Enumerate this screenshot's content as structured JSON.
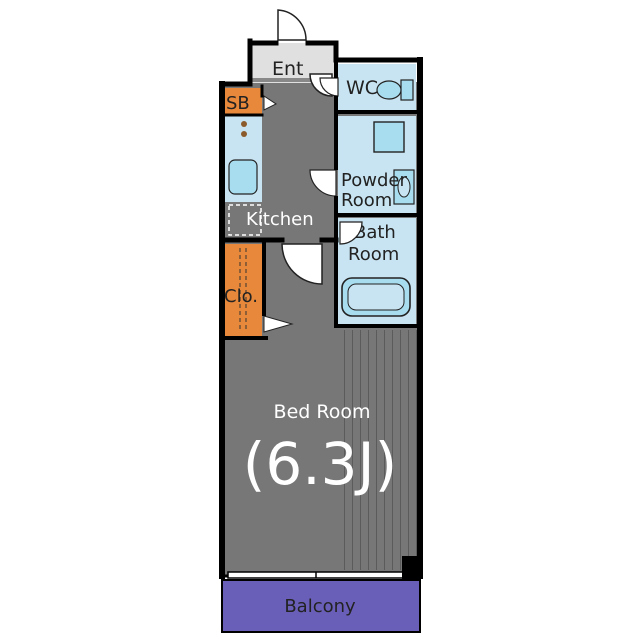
{
  "labels": {
    "entrance": "Ent",
    "wc": "WC",
    "shoe_box": "SB",
    "powder_room_1": "Powder",
    "powder_room_2": "Room",
    "kitchen": "Kitchen",
    "bath_room_1": "Bath",
    "bath_room_2": "Room",
    "closet": "Clo.",
    "bed_room": "Bed Room",
    "bed_room_size": "(6.3J)",
    "balcony": "Balcony"
  },
  "colors": {
    "wall": "#000000",
    "floor_dark": "#777777",
    "floor_light": "#e0e0e0",
    "wet_area": "#c8e4f2",
    "fixture": "#a8dcef",
    "closet": "#e8883a",
    "shoe_box": "#e8883a",
    "balcony": "#6a5fb8"
  }
}
